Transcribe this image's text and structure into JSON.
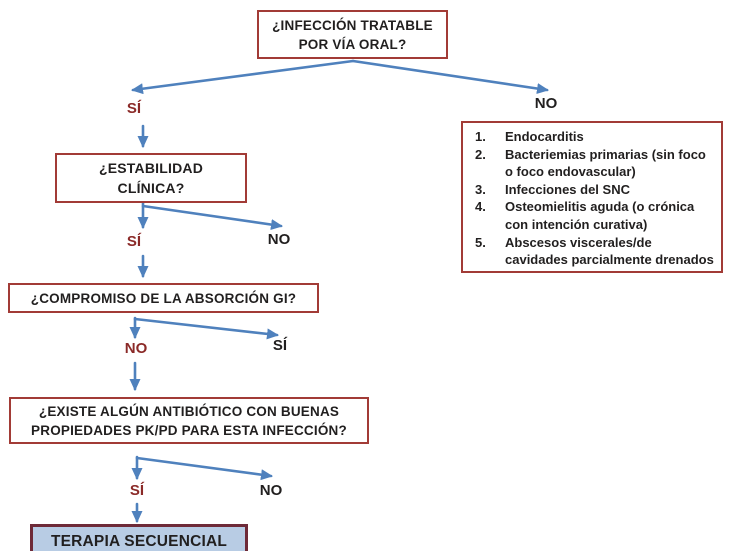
{
  "colors": {
    "box-border": "#a23b36",
    "result-border": "#6e2a38",
    "result-fill": "#b8cce4",
    "arrow": "#4f81bd",
    "yes-red": "#8b2a28",
    "text-dark": "#211f1f"
  },
  "nodes": {
    "q_oral": {
      "line1": "¿INFECCIÓN TRATABLE",
      "line2": "POR VÍA ORAL?"
    },
    "q_stability": {
      "line1": "¿ESTABILIDAD",
      "line2": "CLÍNICA?"
    },
    "q_gi": {
      "text": "¿COMPROMISO DE LA ABSORCIÓN GI?"
    },
    "q_pkpd": {
      "line1": "¿EXISTE ALGÚN ANTIBIÓTICO CON BUENAS",
      "line2": "PROPIEDADES PK/PD PARA ESTA INFECCIÓN?"
    },
    "result": {
      "text": "TERAPIA SECUENCIAL"
    }
  },
  "branch_labels": {
    "oral_yes": "SÍ",
    "oral_no": "NO",
    "stability_yes": "SÍ",
    "stability_no": "NO",
    "gi_no": "NO",
    "gi_yes": "SÍ",
    "pkpd_yes": "SÍ",
    "pkpd_no": "NO"
  },
  "exclusion_list": {
    "items": [
      {
        "num": "1.",
        "text": "Endocarditis"
      },
      {
        "num": "2.",
        "text": "Bacteriemias primarias (sin foco o foco endovascular)"
      },
      {
        "num": "3.",
        "text": "Infecciones del SNC"
      },
      {
        "num": "4.",
        "text": "Osteomielitis aguda (o crónica con intención curativa)"
      },
      {
        "num": "5.",
        "text": "Abscesos viscerales/de cavidades parcialmente drenados"
      }
    ]
  }
}
